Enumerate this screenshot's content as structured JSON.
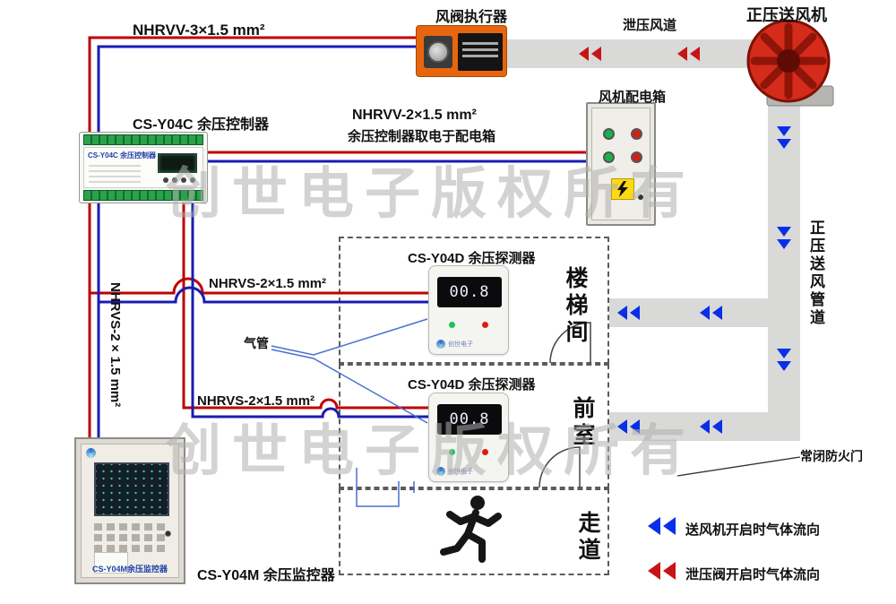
{
  "watermark": "创世电子版权所有",
  "labels": {
    "cable_actuator": "NHRVV-3×1.5 mm²",
    "actuator": "风阀执行器",
    "relief_duct": "泄压风道",
    "fan": "正压送风机",
    "power_box": "风机配电箱",
    "controller": "CS-Y04C 余压控制器",
    "cable_power_line1": "NHRVV-2×1.5 mm²",
    "cable_power_line2": "余压控制器取电于配电箱",
    "detector1": "CS-Y04D 余压探测器",
    "detector2": "CS-Y04D 余压探测器",
    "cable_detector1": "NHRVS-2×1.5 mm²",
    "cable_detector2": "NHRVS-2×1.5 mm²",
    "cable_monitor": "NHRVS-2×1.5 mm²",
    "air_tube": "气管",
    "supply_duct": "正压送风管道",
    "fire_door": "常闭防火门",
    "monitor": "CS-Y04M 余压监控器",
    "room_stairwell": "楼梯间",
    "room_front": "前室",
    "room_corridor": "走道"
  },
  "devices": {
    "controller_face": "CS-Y04C 余压控制器",
    "detector_display": "00.8",
    "brand": "创世电子",
    "monitor_face": "CS-Y04M余压监控器"
  },
  "legend": {
    "supply_flow": "送风机开启时气体流向",
    "relief_flow": "泄压阀开启时气体流向"
  },
  "colors": {
    "wire_red": "#c00000",
    "wire_blue": "#1b1bb0",
    "duct_gray": "#d9d9d7",
    "arrow_blue": "#0a2ee8",
    "arrow_red": "#c81414",
    "actuator_orange": "#e8650f",
    "fan_red": "#d42b1a"
  }
}
